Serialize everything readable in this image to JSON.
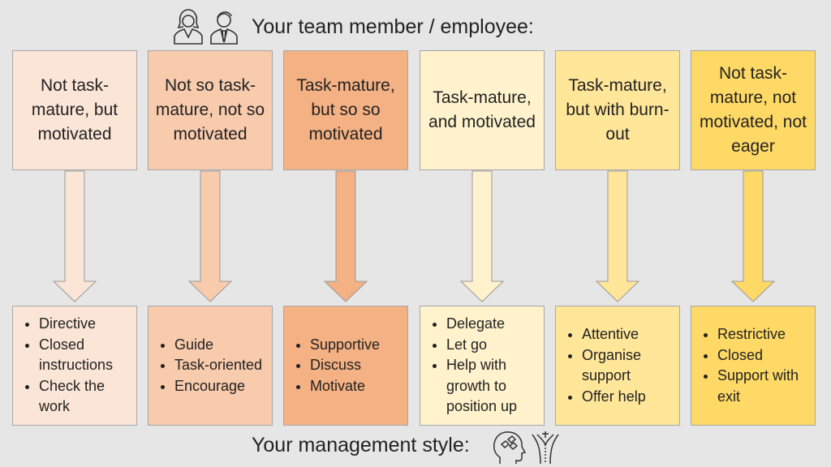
{
  "header": {
    "title": "Your team member / employee:",
    "icons": [
      "people-icon"
    ]
  },
  "footer": {
    "title": "Your management style:",
    "icons": [
      "head-puzzle-icon",
      "crossroads-icon"
    ]
  },
  "columns": [
    {
      "employee": "Not task-mature, but motivated",
      "style": [
        "Directive",
        "Closed instructions",
        "Check the work"
      ],
      "color": "#fbe5d6"
    },
    {
      "employee": "Not so task-mature, not so motivated",
      "style": [
        "Guide",
        "Task-oriented",
        "Encourage"
      ],
      "color": "#f8cbad"
    },
    {
      "employee": "Task-mature, but so so motivated",
      "style": [
        "Supportive",
        "Discuss",
        "Motivate"
      ],
      "color": "#f4b183"
    },
    {
      "employee": "Task-mature, and motivated",
      "style": [
        "Delegate",
        "Let go",
        "Help with growth to position up"
      ],
      "color": "#fff2cc"
    },
    {
      "employee": "Task-mature, but with burn-out",
      "style": [
        "Attentive",
        "Organise support",
        "Offer help"
      ],
      "color": "#ffe699"
    },
    {
      "employee": "Not task-mature, not motivated, not eager",
      "style": [
        "Restrictive",
        "Closed",
        "Support with exit"
      ],
      "color": "#ffd966"
    }
  ]
}
